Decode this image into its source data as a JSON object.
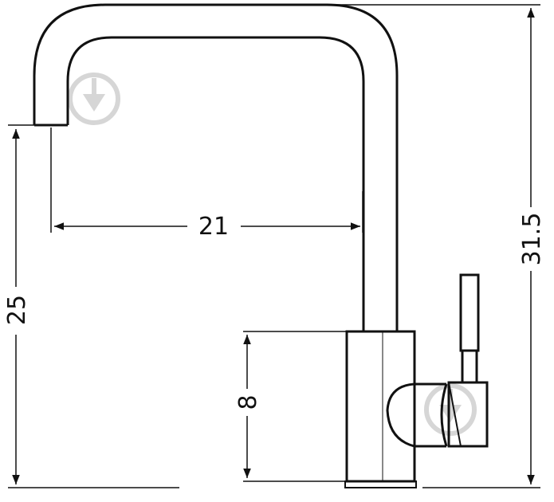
{
  "dimensions": {
    "spout_reach": "21",
    "spout_height": "25",
    "total_height": "31.5",
    "body_height": "8"
  },
  "colors": {
    "line": "#111111",
    "watermark": "#d6d6d6",
    "background": "#ffffff"
  },
  "icons": {
    "watermark": "download-arrow-circle-icon"
  }
}
